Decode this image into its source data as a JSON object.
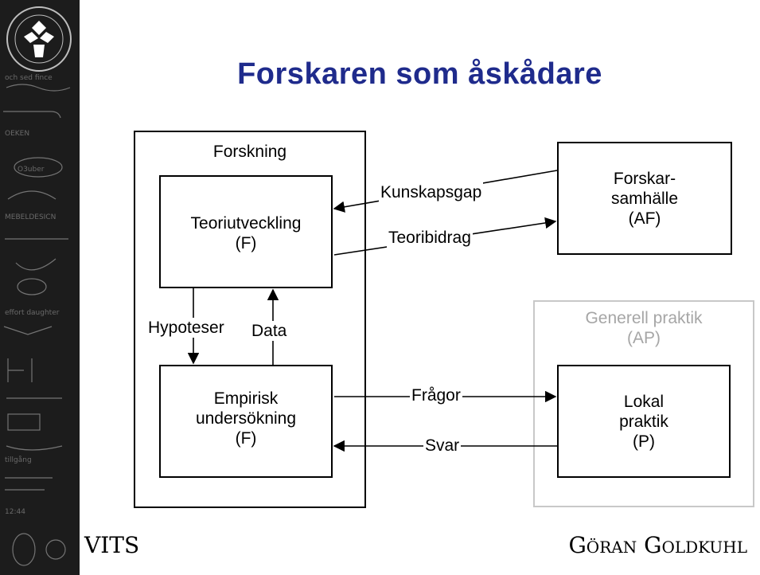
{
  "slide": {
    "title": "Forskaren som åskådare",
    "footer_left": "VITS",
    "footer_right": "Göran Goldkuhl",
    "logo_icon": "university-seal-icon"
  },
  "diagram": {
    "forskning_label": "Forskning",
    "teori": {
      "line1": "Teoriutveckling",
      "line2": "(F)"
    },
    "empirisk": {
      "line1": "Empirisk",
      "line2": "undersökning",
      "line3": "(F)"
    },
    "forskar": {
      "line1": "Forskar-",
      "line2": "samhälle",
      "line3": "(AF)"
    },
    "generell": {
      "line1": "Generell praktik",
      "line2": "(AP)"
    },
    "lokal": {
      "line1": "Lokal",
      "line2": "praktik",
      "line3": "(P)"
    },
    "edges": {
      "kunskapsgap": "Kunskapsgap",
      "teoribidrag": "Teoribidrag",
      "hypoteser": "Hypoteser",
      "data": "Data",
      "fragor": "Frågor",
      "svar": "Svar"
    },
    "colors": {
      "title": "#1f2b8c",
      "grey": "#a6a6a6"
    }
  }
}
